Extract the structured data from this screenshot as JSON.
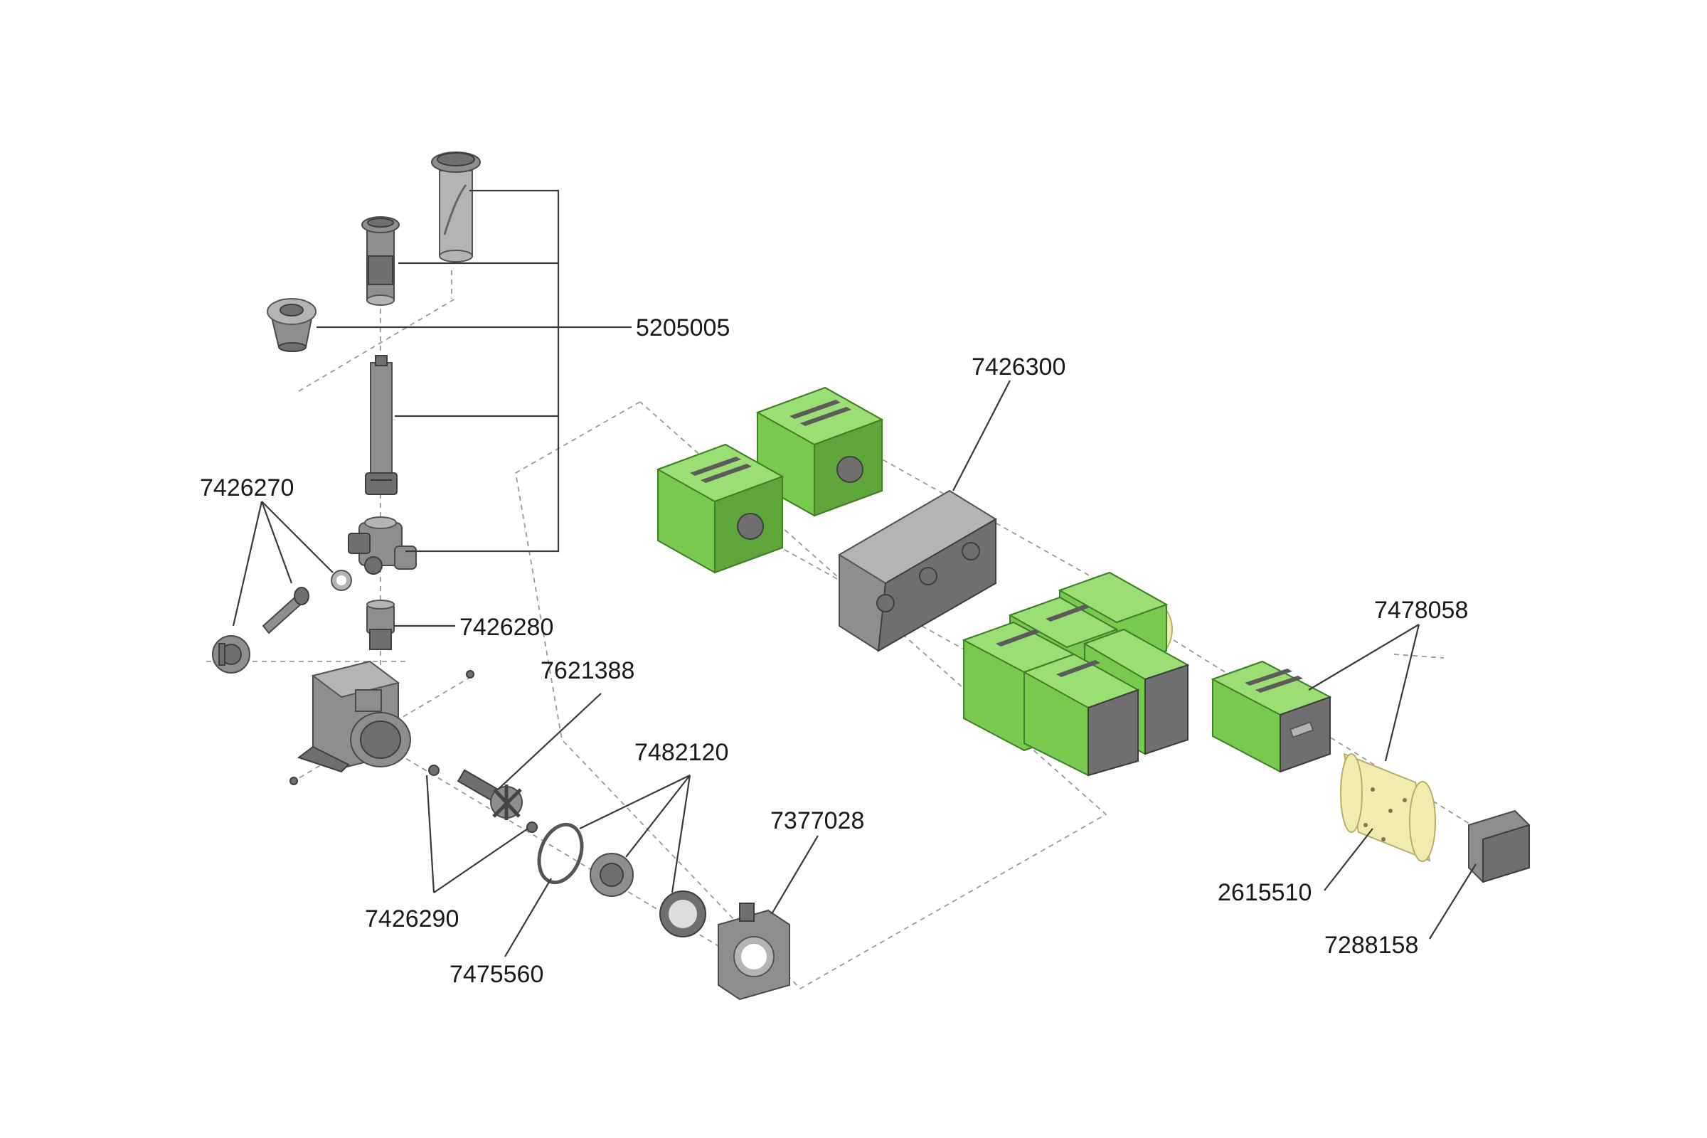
{
  "diagram": {
    "labels": {
      "p5205005": "5205005",
      "p7426300": "7426300",
      "p7426270": "7426270",
      "p7426280": "7426280",
      "p7621388": "7621388",
      "p7482120": "7482120",
      "p7478058": "7478058",
      "p7377028": "7377028",
      "p2615510": "2615510",
      "p7288158": "7288158",
      "p7426290": "7426290",
      "p7475560": "7475560"
    },
    "colors": {
      "filter_module": "#79c94e",
      "plastic_part": "#8e8e8e",
      "sponge": "#f1ebb0"
    }
  }
}
